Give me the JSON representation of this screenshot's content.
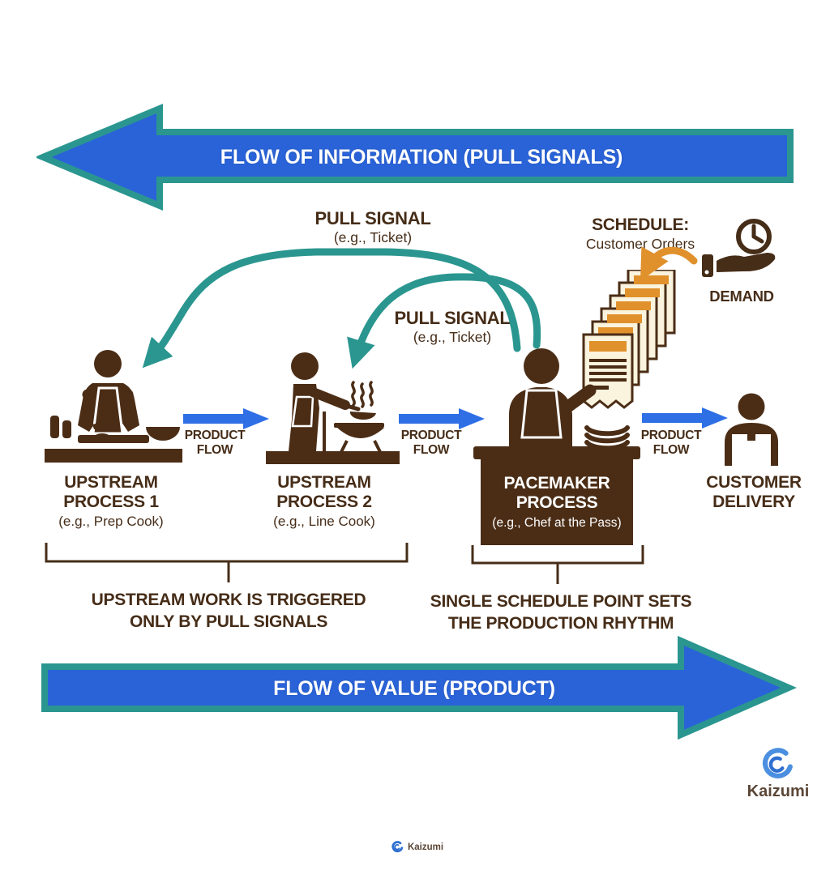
{
  "colors": {
    "blue": "#2a63d8",
    "bright_blue": "#2e6fe6",
    "teal": "#2a968f",
    "brown": "#462d18",
    "orange": "#e0912c",
    "cream": "#faf3dd",
    "white": "#ffffff",
    "kaizumi_blue": "#4a8fe0"
  },
  "info_arrow": {
    "label": "FLOW OF INFORMATION (PULL SIGNALS)"
  },
  "value_arrow": {
    "label": "FLOW OF VALUE (PRODUCT)"
  },
  "pull_signal_1": {
    "title": "PULL SIGNAL",
    "subtitle": "(e.g., Ticket)"
  },
  "pull_signal_2": {
    "title": "PULL SIGNAL",
    "subtitle": "(e.g., Ticket)"
  },
  "schedule": {
    "title": "SCHEDULE:",
    "subtitle": "Customer Orders"
  },
  "demand": {
    "label": "DEMAND"
  },
  "product_flow": {
    "line1": "PRODUCT",
    "line2": "FLOW"
  },
  "processes": {
    "upstream1": {
      "line1": "UPSTREAM",
      "line2": "PROCESS 1",
      "example": "(e.g., Prep Cook)"
    },
    "upstream2": {
      "line1": "UPSTREAM",
      "line2": "PROCESS 2",
      "example": "(e.g., Line Cook)"
    },
    "pacemaker": {
      "line1": "PACEMAKER",
      "line2": "PROCESS",
      "example": "(e.g., Chef at the Pass)"
    },
    "customer": {
      "line1": "CUSTOMER",
      "line2": "DELIVERY"
    }
  },
  "annotations": {
    "upstream": {
      "line1": "UPSTREAM WORK IS TRIGGERED",
      "line2": "ONLY BY PULL SIGNALS"
    },
    "pacemaker": {
      "line1": "SINGLE SCHEDULE POINT SETS",
      "line2": "THE PRODUCTION RHYTHM"
    }
  },
  "branding": {
    "name": "Kaizumi",
    "footer_name": "Kaizumi"
  }
}
